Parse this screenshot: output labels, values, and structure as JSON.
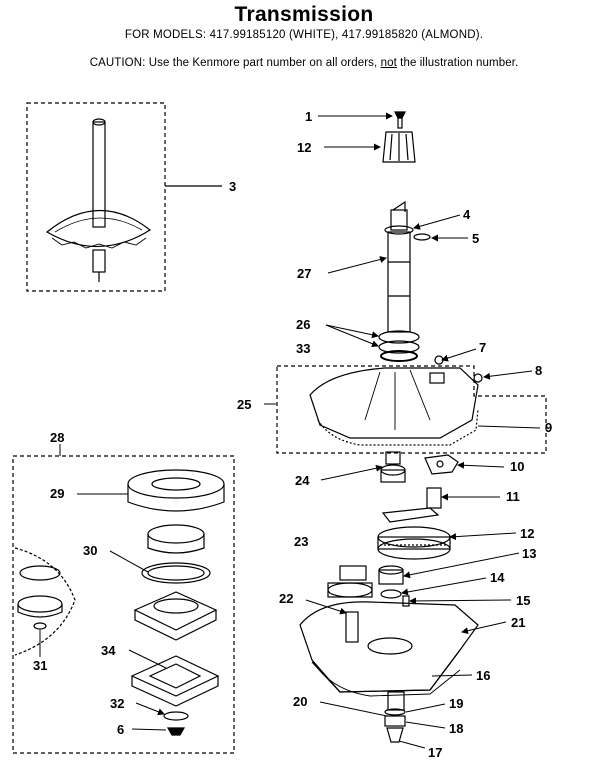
{
  "header": {
    "title": "Transmission",
    "models": "FOR MODELS:  417.99185120 (WHITE), 417.99185820 (ALMOND).",
    "caution_prefix": "CAUTION:  Use the Kenmore part number on all orders, ",
    "caution_not": "not",
    "caution_suffix": " the illustration number."
  },
  "callouts": [
    {
      "id": "c1",
      "text": "1"
    },
    {
      "id": "c12a",
      "text": "12"
    },
    {
      "id": "c3",
      "text": "3"
    },
    {
      "id": "c4",
      "text": "4"
    },
    {
      "id": "c5",
      "text": "5"
    },
    {
      "id": "c27",
      "text": "27"
    },
    {
      "id": "c26",
      "text": "26"
    },
    {
      "id": "c33",
      "text": "33"
    },
    {
      "id": "c7",
      "text": "7"
    },
    {
      "id": "c8",
      "text": "8"
    },
    {
      "id": "c25",
      "text": "25"
    },
    {
      "id": "c9",
      "text": "9"
    },
    {
      "id": "c28",
      "text": "28"
    },
    {
      "id": "c24",
      "text": "24"
    },
    {
      "id": "c10",
      "text": "10"
    },
    {
      "id": "c29",
      "text": "29"
    },
    {
      "id": "c11",
      "text": "11"
    },
    {
      "id": "c23",
      "text": "23"
    },
    {
      "id": "c12b",
      "text": "12"
    },
    {
      "id": "c30",
      "text": "30"
    },
    {
      "id": "c13",
      "text": "13"
    },
    {
      "id": "c14",
      "text": "14"
    },
    {
      "id": "c22",
      "text": "22"
    },
    {
      "id": "c15",
      "text": "15"
    },
    {
      "id": "c21",
      "text": "21"
    },
    {
      "id": "c31",
      "text": "31"
    },
    {
      "id": "c34",
      "text": "34"
    },
    {
      "id": "c16",
      "text": "16"
    },
    {
      "id": "c20",
      "text": "20"
    },
    {
      "id": "c19",
      "text": "19"
    },
    {
      "id": "c32",
      "text": "32"
    },
    {
      "id": "c18",
      "text": "18"
    },
    {
      "id": "c6",
      "text": "6"
    },
    {
      "id": "c17",
      "text": "17"
    }
  ]
}
